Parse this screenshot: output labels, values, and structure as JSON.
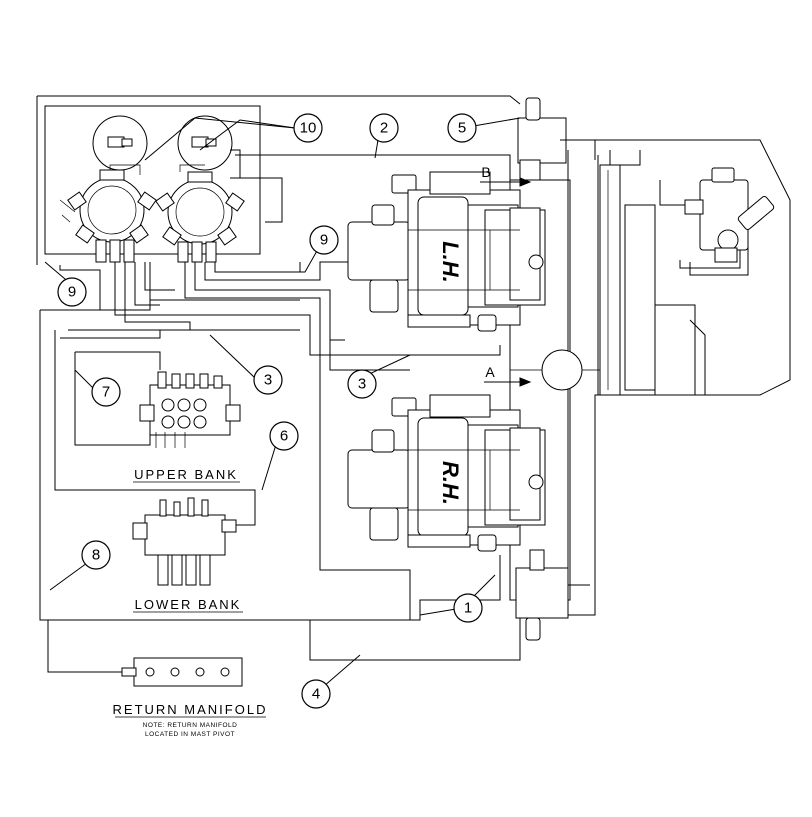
{
  "callouts": [
    "1",
    "2",
    "3",
    "3",
    "4",
    "5",
    "6",
    "7",
    "8",
    "9",
    "9",
    "10"
  ],
  "pumps": {
    "left": "L.H.",
    "right": "R.H."
  },
  "port_labels": {
    "a": "A",
    "b": "B"
  },
  "valve_banks": {
    "upper": "UPPER BANK",
    "lower": "LOWER BANK"
  },
  "return_manifold": {
    "title": "RETURN MANIFOLD",
    "note_line1": "NOTE: RETURN MANIFOLD",
    "note_line2": "LOCATED IN MAST PIVOT"
  }
}
